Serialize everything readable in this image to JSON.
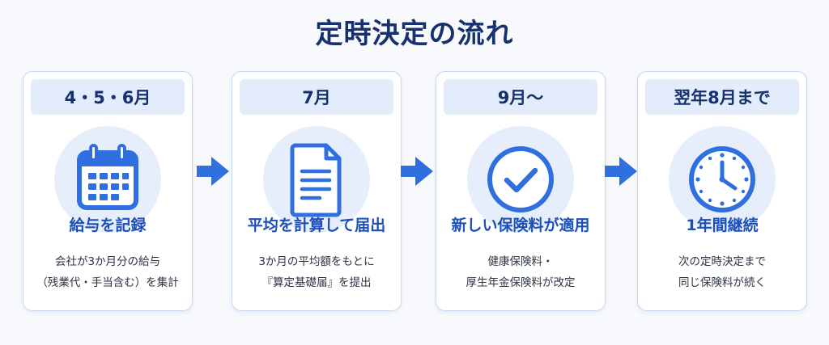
{
  "title": "定時決定の流れ",
  "steps": [
    {
      "period": "4・5・6月",
      "icon": "calendar-icon",
      "heading": "給与を記録",
      "desc_lines": [
        "会社が3か月分の給与",
        "（残業代・手当含む）を集計"
      ]
    },
    {
      "period": "7月",
      "icon": "document-icon",
      "heading": "平均を計算して届出",
      "desc_lines": [
        "3か月の平均額をもとに",
        "『算定基礎届』を提出"
      ]
    },
    {
      "period": "9月〜",
      "icon": "check-circle-icon",
      "heading": "新しい保険料が適用",
      "desc_lines": [
        "健康保険料・",
        "厚生年金保険料が改定"
      ]
    },
    {
      "period": "翌年8月まで",
      "icon": "clock-icon",
      "heading": "1年間継続",
      "desc_lines": [
        "次の定時決定まで",
        "同じ保険料が続く"
      ]
    }
  ],
  "colors": {
    "title": "#17306e",
    "accent": "#2f6fe0",
    "heading": "#1d4fb8",
    "header_bg": "#e2ecfb",
    "icon_bg": "#e6eefc"
  }
}
